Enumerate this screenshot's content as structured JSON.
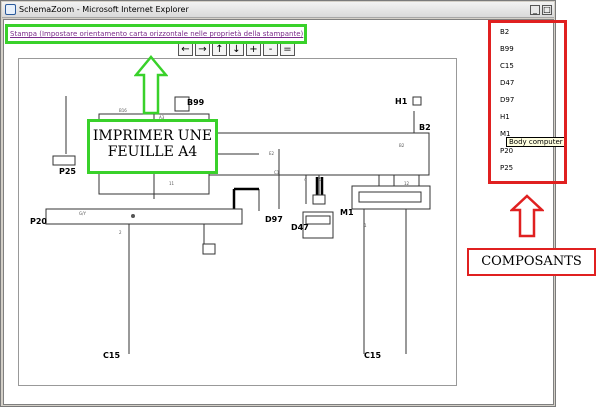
{
  "window": {
    "title": "SchemaZoom - Microsoft Internet Explorer",
    "min_label": "_",
    "max_label": "□"
  },
  "print_link": "Stampa (Impostare orientamento carta orizzontale nelle proprietà della stampante)",
  "nav_buttons": [
    "←",
    "→",
    "↑",
    "↓",
    "+",
    "-",
    "="
  ],
  "components": [
    "B2",
    "B99",
    "C15",
    "D47",
    "D97",
    "H1",
    "M1",
    "P20",
    "P25"
  ],
  "tooltip": "Body computer",
  "annotations": {
    "print": "IMPRIMER UNE FEUILLE A4",
    "components": "COMPOSANTS"
  },
  "diagram_labels": {
    "b99": "B99",
    "h1": "H1",
    "b2": "B2",
    "p25": "P25",
    "p20": "P20",
    "d97": "D97",
    "d47": "D47",
    "m1": "M1",
    "c15_left": "C15",
    "c15_right": "C15"
  },
  "colors": {
    "annotation_green": "#39d12a",
    "annotation_red": "#e02020",
    "link": "#7a2a8a",
    "tooltip_bg": "#ffffe1"
  }
}
